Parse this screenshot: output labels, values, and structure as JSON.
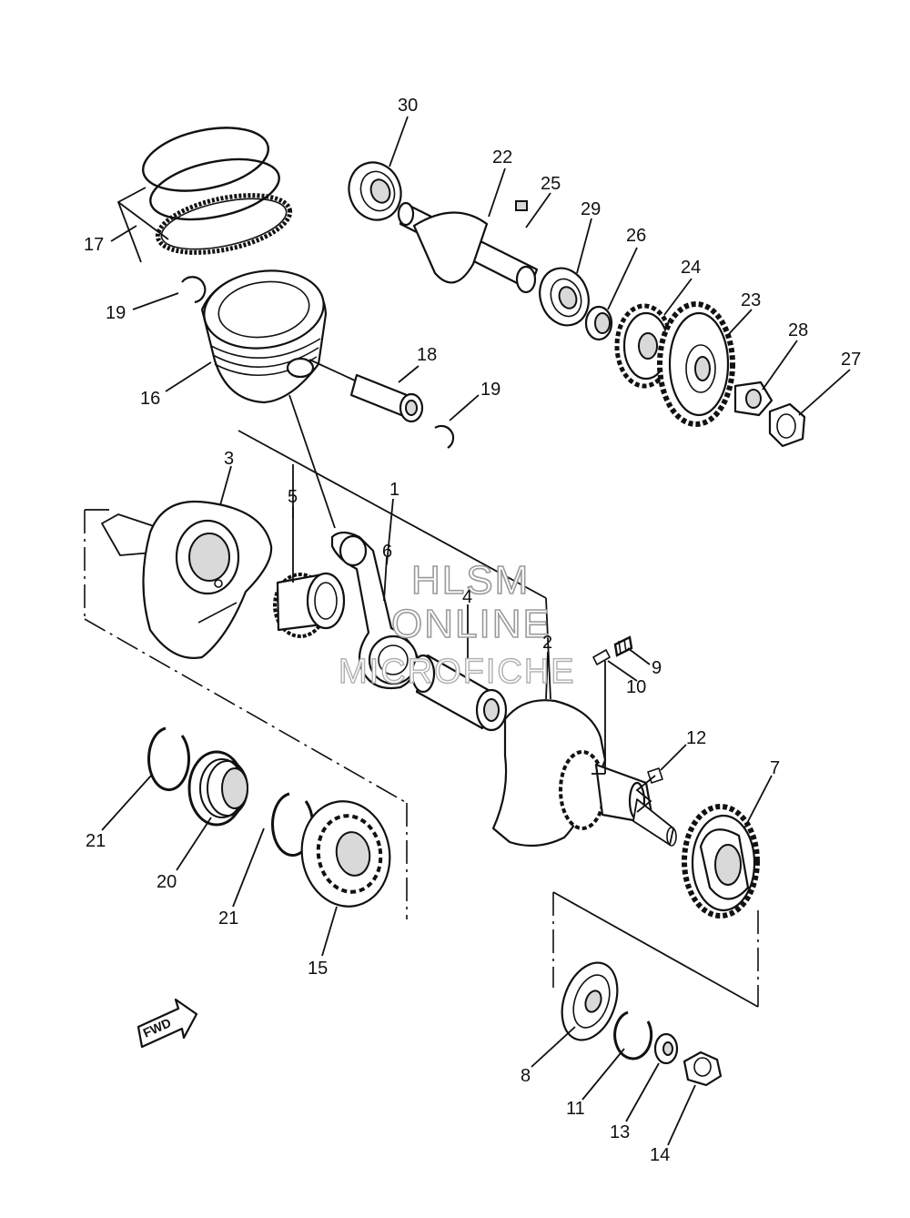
{
  "labels": {
    "p1": "1",
    "p2": "2",
    "p3": "3",
    "p4": "4",
    "p5": "5",
    "p6": "6",
    "p7": "7",
    "p8": "8",
    "p9": "9",
    "p10": "10",
    "p11": "11",
    "p12": "12",
    "p13": "13",
    "p14": "14",
    "p15": "15",
    "p16": "16",
    "p17": "17",
    "p18": "18",
    "p19a": "19",
    "p19b": "19",
    "p20": "20",
    "p21a": "21",
    "p21b": "21",
    "p22": "22",
    "p23": "23",
    "p24": "24",
    "p25": "25",
    "p26": "26",
    "p27": "27",
    "p28": "28",
    "p29": "29",
    "p30": "30"
  },
  "watermark": {
    "line1": "HLSM",
    "line2": "ONLINE",
    "line3": "MICROFICHE"
  },
  "fwd_badge": "FWD",
  "colors": {
    "line": "#111111",
    "watermark": "#9a9a9a",
    "background": "#ffffff"
  }
}
